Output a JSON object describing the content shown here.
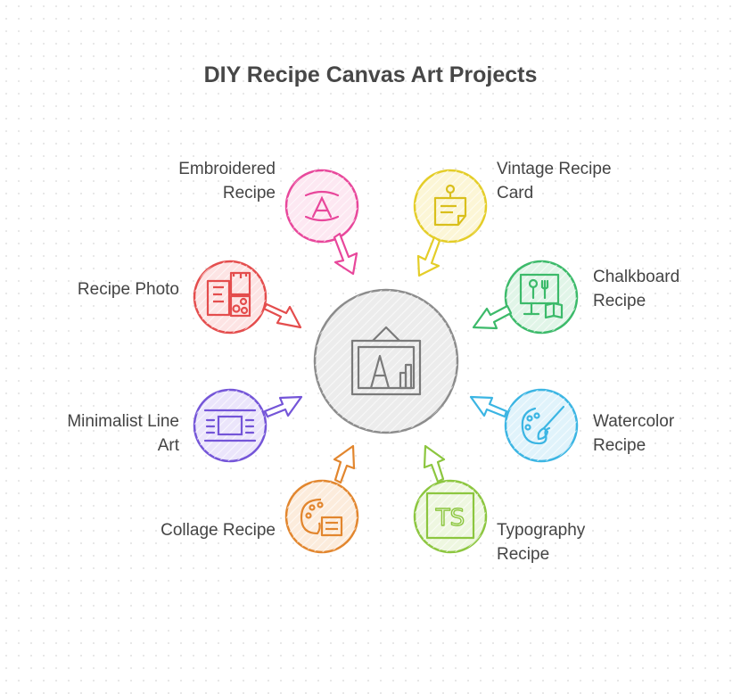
{
  "title": "DIY Recipe Canvas Art Projects",
  "center": {
    "icon": "framed-canvas-icon",
    "color": "#8c8c8c"
  },
  "items": [
    {
      "label": "Embroidered\nRecipe",
      "icon": "embroidery-hoop-icon",
      "color": "#e8479b"
    },
    {
      "label": "Vintage Recipe\nCard",
      "icon": "pinned-note-icon",
      "color": "#e4cd28"
    },
    {
      "label": "Recipe Photo",
      "icon": "photo-collage-icon",
      "color": "#e44d4d"
    },
    {
      "label": "Chalkboard\nRecipe",
      "icon": "chalkboard-icon",
      "color": "#3cba6a"
    },
    {
      "label": "Minimalist Line\nArt",
      "icon": "line-layout-icon",
      "color": "#7455d8"
    },
    {
      "label": "Watercolor\nRecipe",
      "icon": "paint-palette-icon",
      "color": "#3bb5e3"
    },
    {
      "label": "Collage Recipe",
      "icon": "palette-swatch-icon",
      "color": "#e2862e"
    },
    {
      "label": "Typography\nRecipe",
      "icon": "typography-icon",
      "color": "#8cc63f"
    }
  ]
}
